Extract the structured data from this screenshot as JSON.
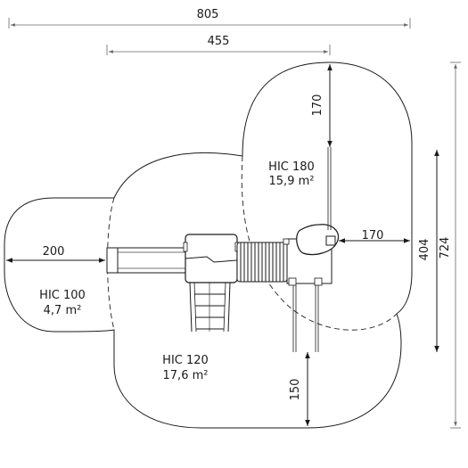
{
  "dimensions": {
    "total_width": "805",
    "tower_width": "455",
    "slide_clearance": "200",
    "right_clearance": "170",
    "top_clearance": "170",
    "bottom_clearance": "150",
    "inner_height": "404",
    "total_height": "724"
  },
  "zones": {
    "hic180": {
      "name": "HIC 180",
      "area": "15,9 m²"
    },
    "hic100": {
      "name": "HIC 100",
      "area": "4,7 m²"
    },
    "hic120": {
      "name": "HIC 120",
      "area": "17,6 m²"
    }
  },
  "colors": {
    "line": "#1a1a1a",
    "background": "#ffffff"
  }
}
